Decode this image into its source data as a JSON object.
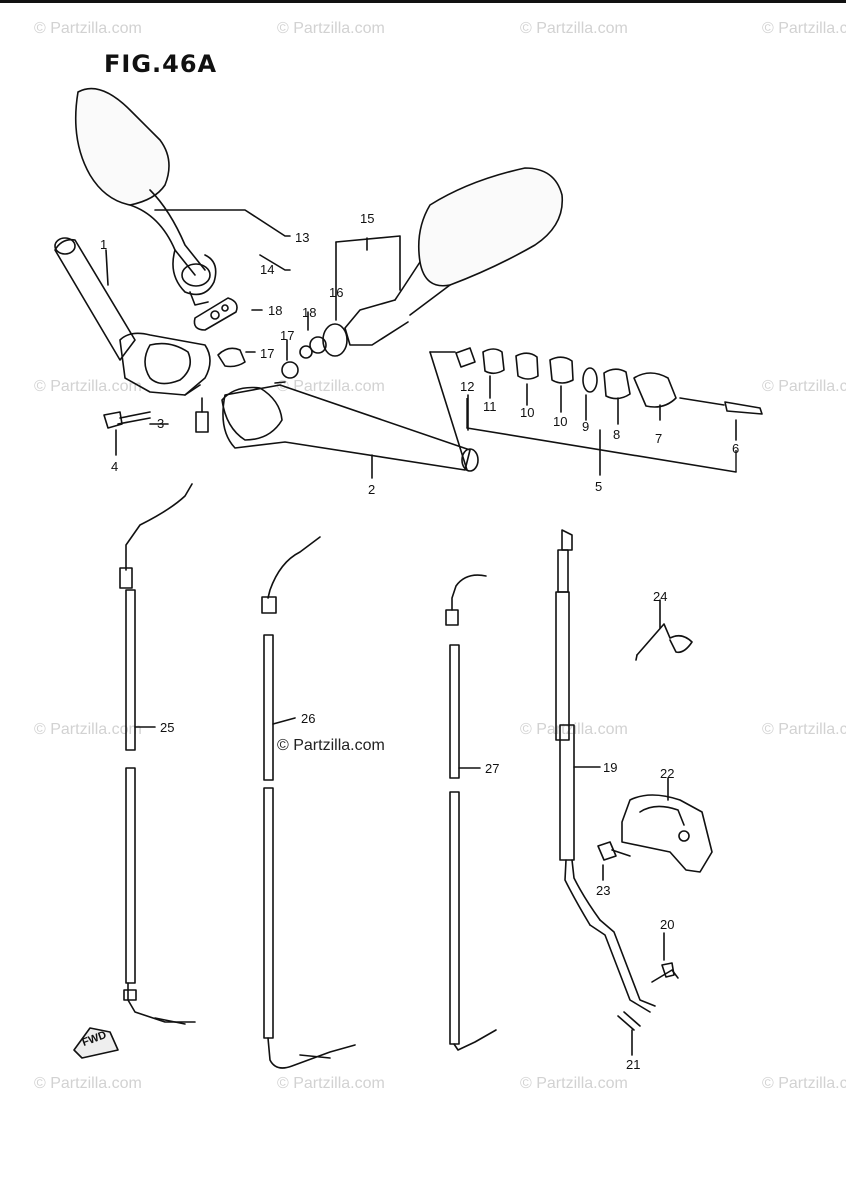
{
  "figure": {
    "title": "FIG.46A"
  },
  "watermarks": {
    "text": "© Partzilla.com",
    "center_text": "© Partzilla.com"
  },
  "fwd_arrow": {
    "label": "FWD"
  },
  "callouts": {
    "c1": "1",
    "c2": "2",
    "c3": "3",
    "c4": "4",
    "c5": "5",
    "c6": "6",
    "c7": "7",
    "c8": "8",
    "c9": "9",
    "c10a": "10",
    "c10b": "10",
    "c11": "11",
    "c12": "12",
    "c13": "13",
    "c14": "14",
    "c15": "15",
    "c16": "16",
    "c17a": "17",
    "c17b": "17",
    "c18a": "18",
    "c18b": "18",
    "c19": "19",
    "c20": "20",
    "c21": "21",
    "c22": "22",
    "c23": "23",
    "c24": "24",
    "c25": "25",
    "c26": "26",
    "c27": "27"
  }
}
